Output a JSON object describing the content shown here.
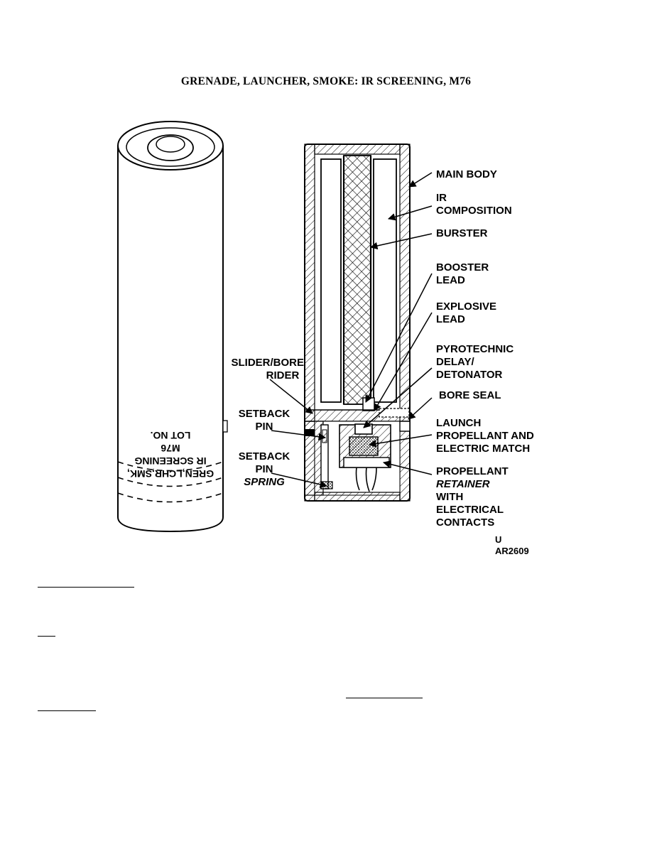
{
  "title": "GRENADE, LAUNCHER, SMOKE:  IR SCREENING, M76",
  "exterior_marking": {
    "line1": "GREN,LCHR,SMK,",
    "line2": "IR SCREENING",
    "line3": "M76",
    "line4": "LOT NO."
  },
  "labels": {
    "main_body": "MAIN BODY",
    "ir_composition": [
      "IR",
      "COMPOSITION"
    ],
    "burster": "BURSTER",
    "booster_lead": [
      "BOOSTER",
      "LEAD"
    ],
    "explosive_lead": [
      "EXPLOSIVE",
      "LEAD"
    ],
    "pyrotechnic_delay": [
      "PYROTECHNIC",
      "DELAY/",
      "DETONATOR"
    ],
    "bore_seal": "BORE SEAL",
    "launch_propellant": [
      "LAUNCH",
      "PROPELLANT AND",
      "ELECTRIC MATCH"
    ],
    "propellant_retainer": [
      "PROPELLANT",
      "RETAINER",
      "WITH",
      "ELECTRICAL",
      "CONTACTS"
    ],
    "slider_bore_rider": [
      "SLIDER/BORE",
      "RIDER"
    ],
    "setback_pin": [
      "SETBACK",
      "PIN"
    ],
    "setback_pin_spring": [
      "SETBACK",
      "PIN",
      "SPRING"
    ]
  },
  "figure_code": [
    "U",
    "AR2609"
  ]
}
